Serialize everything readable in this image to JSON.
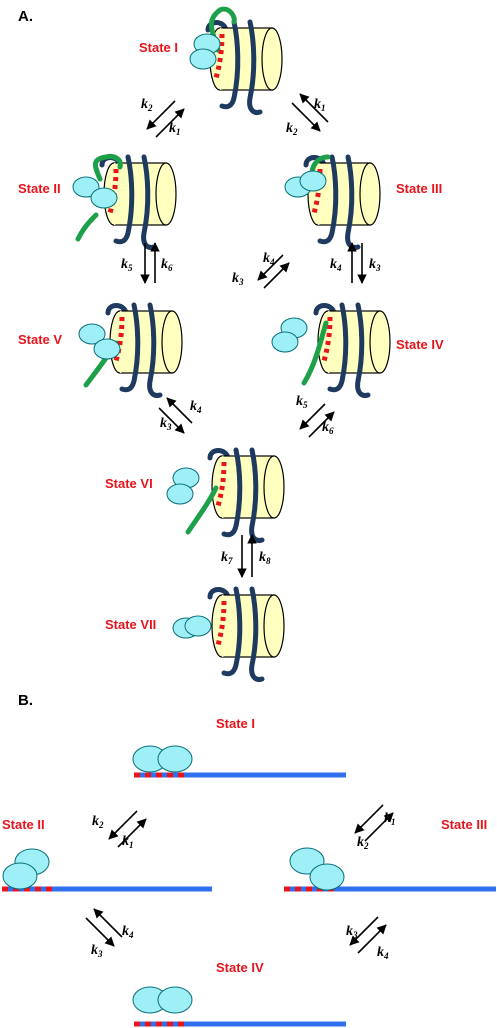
{
  "panels": {
    "a": "A.",
    "b": "B."
  },
  "colors": {
    "histone": "#ffffc0",
    "dna": "#1f3a5f",
    "dna_free": "#1ea04a",
    "site": "#e8141c",
    "protein": "#9ef0f6",
    "linear_dna": "#2f6ff0",
    "label": "#e8141c"
  },
  "panel_a": {
    "states": {
      "s1": "State I",
      "s2": "State II",
      "s3": "State III",
      "s4": "State IV",
      "s5": "State V",
      "s6": "State VI",
      "s7": "State VII"
    },
    "rates": {
      "r1": [
        "k",
        "2"
      ],
      "r2": [
        "k",
        "1"
      ],
      "r3": [
        "k",
        "1"
      ],
      "r4": [
        "k",
        "2"
      ],
      "r5": [
        "k",
        "5"
      ],
      "r6": [
        "k",
        "6"
      ],
      "r7": [
        "k",
        "4"
      ],
      "r8": [
        "k",
        "3"
      ],
      "r9": [
        "k",
        "4"
      ],
      "r10": [
        "k",
        "3"
      ],
      "r11": [
        "k",
        "4"
      ],
      "r12": [
        "k",
        "3"
      ],
      "r13": [
        "k",
        "5"
      ],
      "r14": [
        "k",
        "6"
      ],
      "r15": [
        "k",
        "7"
      ],
      "r16": [
        "k",
        "8"
      ]
    }
  },
  "panel_b": {
    "states": {
      "s1": "State I",
      "s2": "State II",
      "s3": "State III",
      "s4": "State IV"
    },
    "rates": {
      "r1": [
        "k",
        "2"
      ],
      "r2": [
        "k",
        "1"
      ],
      "r3": [
        "k",
        "1"
      ],
      "r4": [
        "k",
        "2"
      ],
      "r5": [
        "k",
        "4"
      ],
      "r6": [
        "k",
        "3"
      ],
      "r7": [
        "k",
        "3"
      ],
      "r8": [
        "k",
        "4"
      ]
    }
  }
}
